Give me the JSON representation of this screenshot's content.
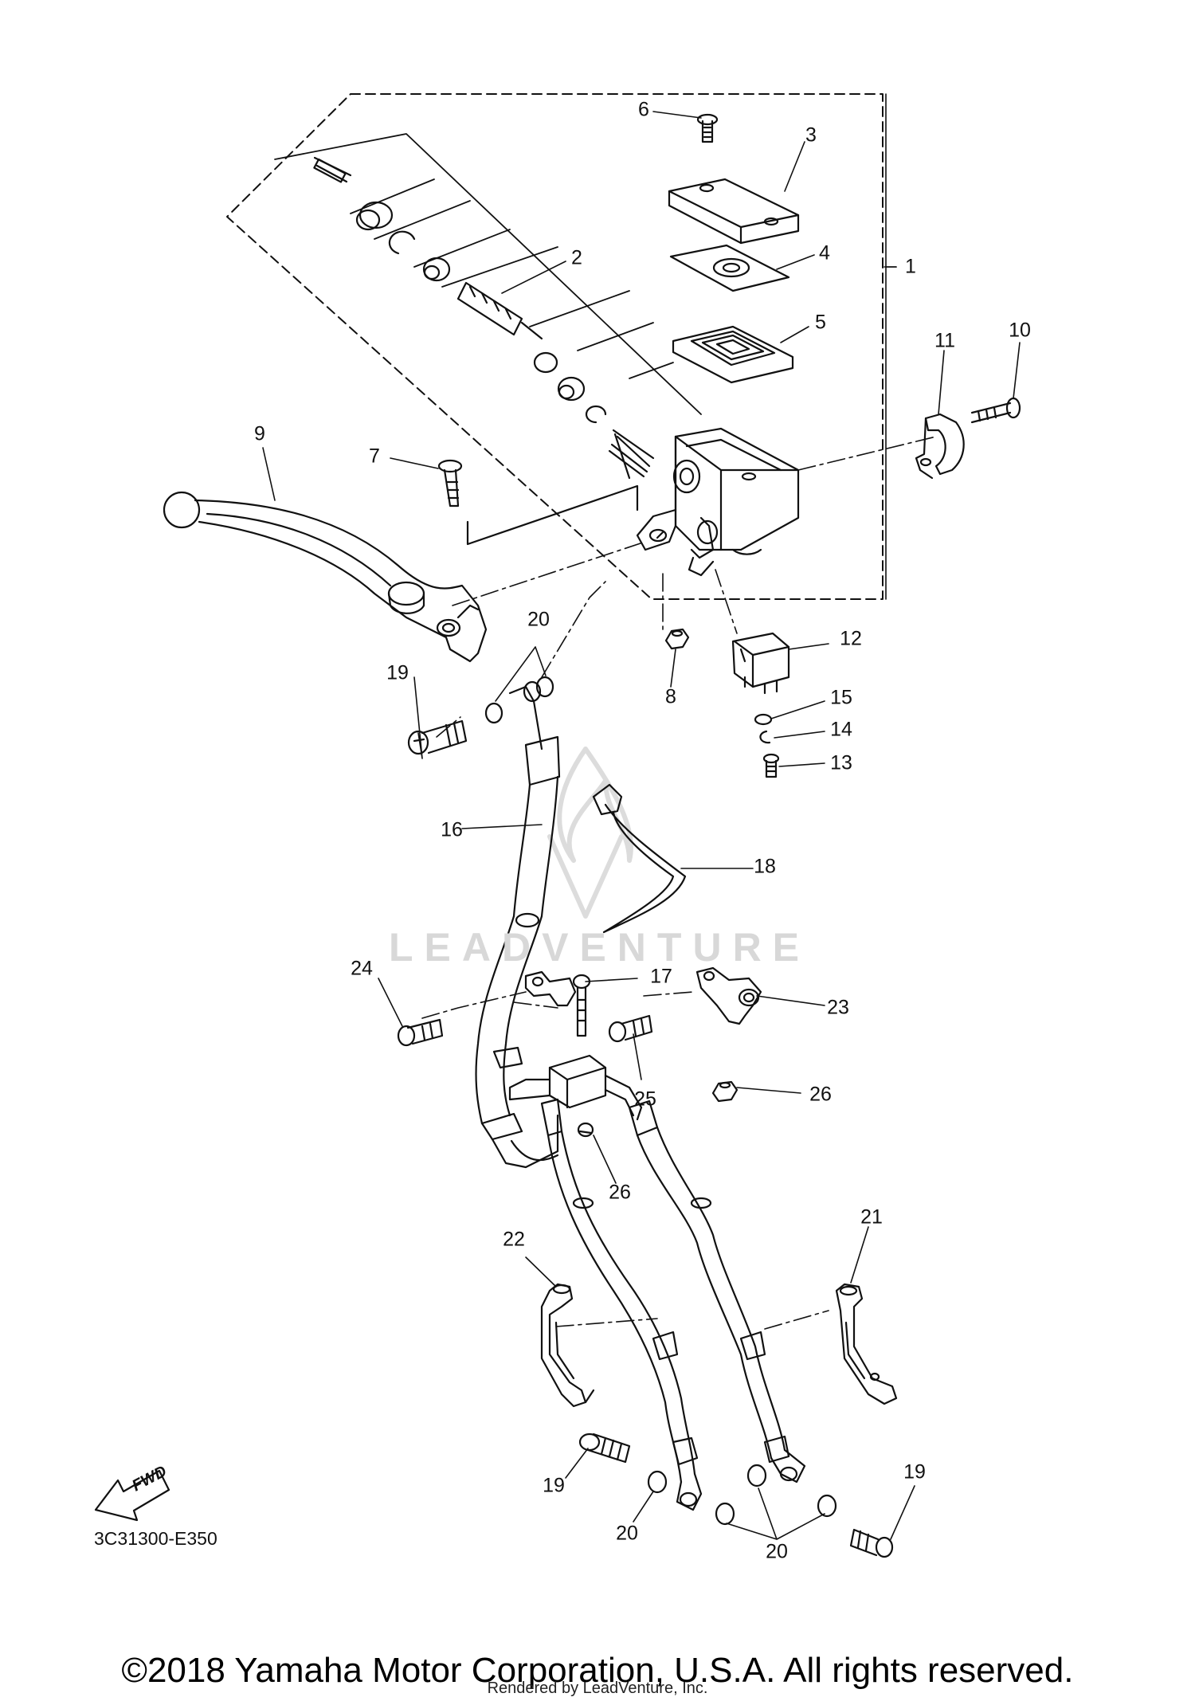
{
  "callouts": [
    "1",
    "2",
    "3",
    "4",
    "5",
    "6",
    "7",
    "8",
    "9",
    "10",
    "11",
    "12",
    "13",
    "14",
    "15",
    "16",
    "17",
    "18",
    "19",
    "20",
    "21",
    "22",
    "23",
    "24",
    "25",
    "26"
  ],
  "labels": {
    "c1": "1",
    "c2": "2",
    "c3": "3",
    "c4": "4",
    "c5": "5",
    "c6": "6",
    "c7": "7",
    "c8": "8",
    "c9": "9",
    "c10": "10",
    "c11": "11",
    "c12": "12",
    "c13": "13",
    "c14": "14",
    "c15": "15",
    "c16": "16",
    "c17": "17",
    "c18": "18",
    "c19": "19",
    "c20": "20",
    "c21": "21",
    "c22": "22",
    "c23": "23",
    "c24": "24",
    "c25": "25",
    "c26": "26"
  },
  "fwd_label": "FWD",
  "diagram_code": "3C31300-E350",
  "watermark": "LEADVENTURE",
  "copyright": "©2018 Yamaha Motor Corporation, U.S.A. All rights reserved.",
  "rendered_by": "Rendered by LeadVenture, Inc."
}
